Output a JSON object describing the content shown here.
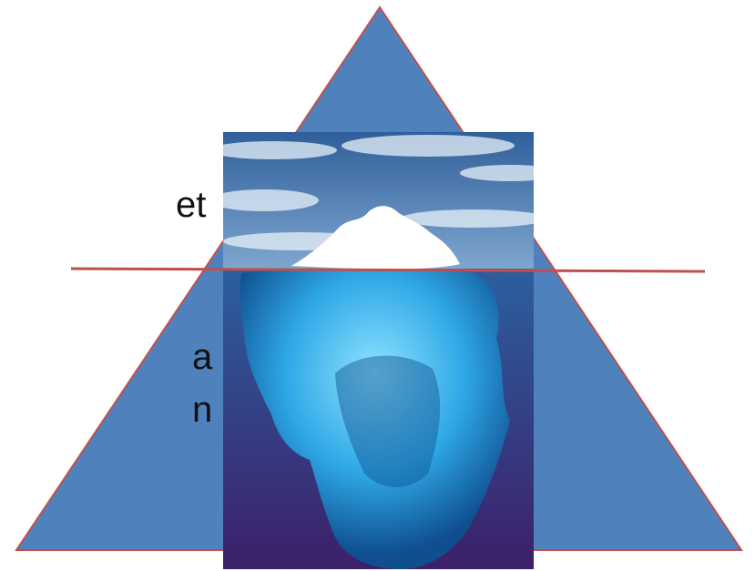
{
  "text_fragments": [
    "et",
    "a",
    "n"
  ],
  "colors": {
    "background": "#ffffff",
    "pyramid_fill": "#4f81bd",
    "pyramid_stroke": "#c0504d",
    "waterline": "#c0504d",
    "sky_top": "#2f5f9a",
    "sky_mid": "#7fa6cf",
    "clouds": "#e9f1f8",
    "snow": "#ffffff",
    "ice_light": "#8fe3ff",
    "ice_mid": "#2fa8e6",
    "ice_dark": "#0f4f8f",
    "deep_water": "#3c1f69",
    "water_top": "#2c5f9f"
  },
  "picture": {
    "subject": "iceberg-photo",
    "regions": [
      "sky",
      "iceberg-tip",
      "underwater-mass"
    ]
  }
}
